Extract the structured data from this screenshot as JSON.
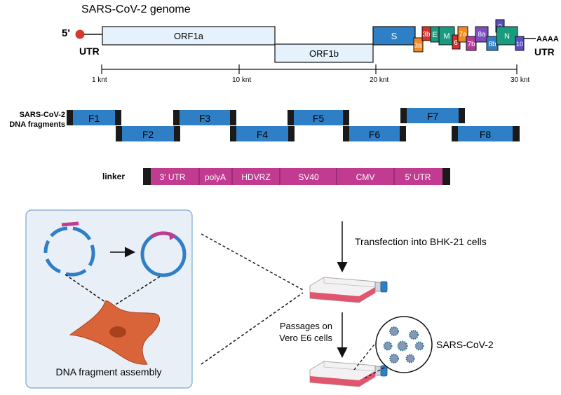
{
  "title": "SARS-CoV-2 genome",
  "genome": {
    "five_prime": "5'",
    "utr_left": "UTR",
    "utr_right": "UTR",
    "poly_a": "AAAA",
    "orf1a": "ORF1a",
    "orf1b": "ORF1b",
    "s": "S",
    "genes": [
      "3a",
      "3b",
      "E",
      "M",
      "6",
      "7a",
      "7b",
      "8a",
      "8b",
      "9",
      "N",
      "10"
    ],
    "scale_ticks": [
      "1 knt",
      "10 knt",
      "20 knt",
      "30 knt"
    ]
  },
  "fragments": {
    "label_line1": "SARS-CoV-2",
    "label_line2": "DNA fragments",
    "items": [
      "F1",
      "F2",
      "F3",
      "F4",
      "F5",
      "F6",
      "F7",
      "F8"
    ]
  },
  "linker": {
    "label": "linker",
    "segments": [
      "3' UTR",
      "polyA",
      "HDVRZ",
      "SV40",
      "CMV",
      "5' UTR"
    ]
  },
  "assembly": {
    "caption": "DNA fragment assembly"
  },
  "workflow": {
    "step1": "Transfection into BHK-21 cells",
    "step2_line1": "Passages on",
    "step2_line2": "Vero E6 cells",
    "virus_label": "SARS-CoV-2"
  },
  "colors": {
    "blue": "#2f7fc6",
    "light_blue_fill": "#e6f2fb",
    "magenta": "#c13b90",
    "red_dot": "#d43a2f",
    "cell_orange": "#d9643a",
    "panel_bg": "#e9eff7"
  }
}
